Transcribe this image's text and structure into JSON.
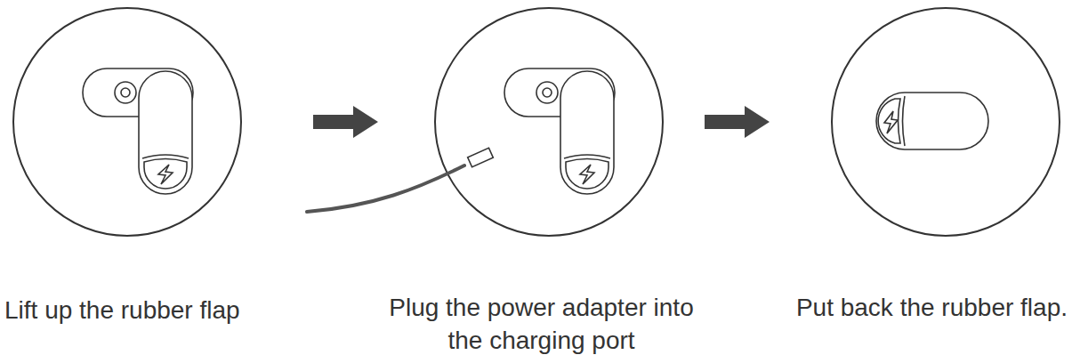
{
  "diagram": {
    "nodes": [
      {
        "text": [
          "Lift up the rubber flap"
        ]
      },
      {
        "text": [
          "Plug the power adapter into the charging port"
        ]
      },
      {
        "text": [
          "Put back the rubber flap."
        ]
      }
    ],
    "edges": [
      {
        "from": 0,
        "to": 1,
        "arrow": "to"
      },
      {
        "from": 1,
        "to": 2,
        "arrow": "to"
      }
    ]
  }
}
